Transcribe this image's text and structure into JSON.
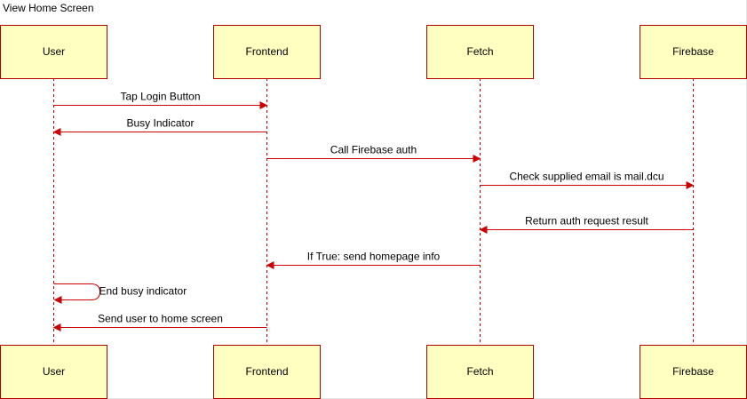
{
  "title": "View Home Screen",
  "colors": {
    "box_fill": "#ffffc0",
    "box_stroke": "#b20000",
    "lifeline": "#b20000",
    "arrow": "#cc0000",
    "text": "#000000"
  },
  "participants": [
    {
      "id": "user",
      "label": "User"
    },
    {
      "id": "frontend",
      "label": "Frontend"
    },
    {
      "id": "fetch",
      "label": "Fetch"
    },
    {
      "id": "firebase",
      "label": "Firebase"
    }
  ],
  "messages": [
    {
      "from": "user",
      "to": "frontend",
      "label": "Tap Login Button"
    },
    {
      "from": "frontend",
      "to": "user",
      "label": "Busy Indicator"
    },
    {
      "from": "frontend",
      "to": "fetch",
      "label": "Call Firebase auth"
    },
    {
      "from": "fetch",
      "to": "firebase",
      "label": "Check supplied email is mail.dcu"
    },
    {
      "from": "firebase",
      "to": "fetch",
      "label": "Return auth request result"
    },
    {
      "from": "fetch",
      "to": "frontend",
      "label": "If True: send homepage info"
    },
    {
      "from": "user",
      "to": "user",
      "label": "End busy indicator"
    },
    {
      "from": "frontend",
      "to": "user",
      "label": "Send user to home screen"
    }
  ]
}
